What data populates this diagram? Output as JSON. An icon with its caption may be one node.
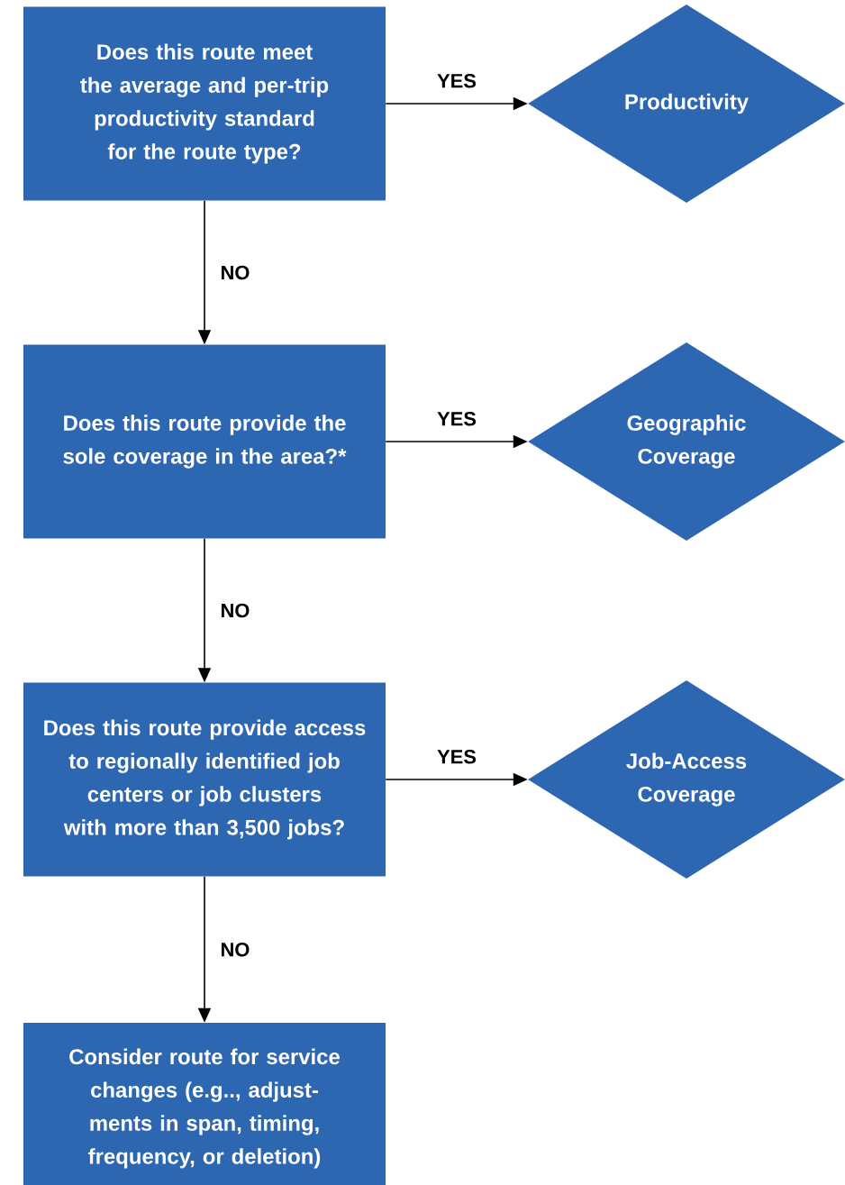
{
  "diagram": {
    "nodes": [
      {
        "text": [
          "Does this route meet the average and per-trip productivity standard for the route type?"
        ]
      },
      {
        "text": [
          "Productivity"
        ]
      },
      {
        "text": [
          "Does this route provide the sole coverage in the area?*"
        ]
      },
      {
        "text": [
          "Geographic Coverage"
        ]
      },
      {
        "text": [
          "Does this route provide access to regionally identified job centers or job clusters with more than 3,500 jobs?"
        ]
      },
      {
        "text": [
          "Job-Access Coverage"
        ]
      },
      {
        "text": [
          "Consider route for service changes (e.g.., adjust-ments in span, timing, frequency, or deletion)"
        ]
      }
    ],
    "edges": [
      {
        "from": 0,
        "to": 1,
        "arrow": "to",
        "label": "YES"
      },
      {
        "from": 0,
        "to": 2,
        "arrow": "to",
        "label": "NO"
      },
      {
        "from": 2,
        "to": 3,
        "arrow": "to",
        "label": "YES"
      },
      {
        "from": 2,
        "to": 4,
        "arrow": "to",
        "label": "NO"
      },
      {
        "from": 4,
        "to": 5,
        "arrow": "to",
        "label": "YES"
      },
      {
        "from": 4,
        "to": 6,
        "arrow": "to",
        "label": "NO"
      }
    ]
  }
}
